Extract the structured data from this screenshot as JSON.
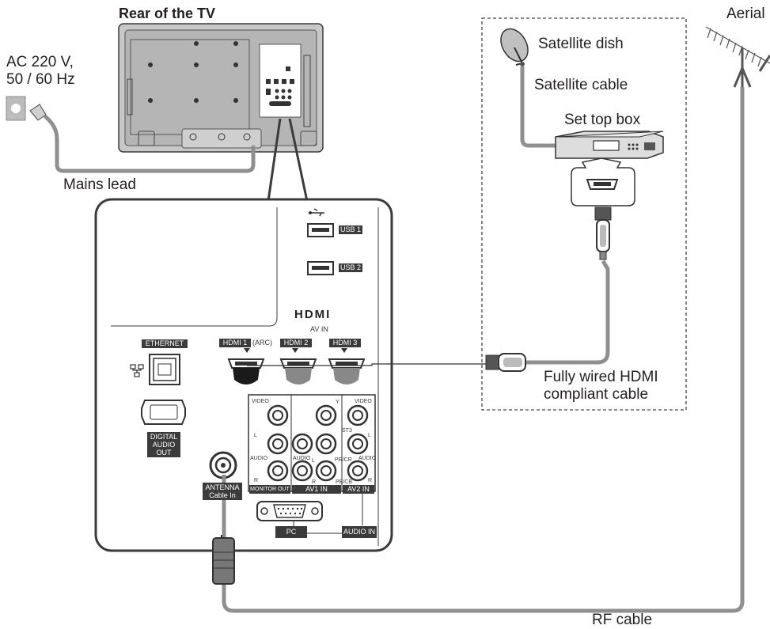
{
  "labels": {
    "rear_of_tv": "Rear of the TV",
    "ac_line1": "AC 220 V,",
    "ac_line2": "50 / 60 Hz",
    "mains_lead": "Mains lead",
    "aerial": "Aerial",
    "satellite_dish": "Satellite dish",
    "satellite_cable": "Satellite cable",
    "set_top_box": "Set top box",
    "hdmi_cable_line1": "Fully wired HDMI",
    "hdmi_cable_line2": "compliant cable",
    "rf_cable": "RF cable"
  },
  "panel": {
    "usb1": "USB 1",
    "usb2": "USB 2",
    "hdmi_logo": "HDMI",
    "av_in": "AV IN",
    "ethernet": "ETHERNET",
    "hdmi1": "HDMI 1",
    "arc": "(ARC)",
    "hdmi2": "HDMI 2",
    "hdmi3": "HDMI 3",
    "digital_audio_out_1": "DIGITAL",
    "digital_audio_out_2": "AUDIO",
    "digital_audio_out_3": "OUT",
    "antenna_1": "ANTENNA",
    "antenna_2": "Cable In",
    "video": "VIDEO",
    "video2": "VIDEO",
    "y": "Y",
    "l": "L",
    "l2": "L",
    "l3": "L",
    "audio": "AUDIO",
    "audio2": "AUDIO",
    "audio3": "AUDIO",
    "r": "R",
    "r2": "R",
    "r3": "R",
    "pb_cb": "PB/CB",
    "pr_cr": "PR/CR",
    "s_t3": "ST3",
    "monitor_out": "MONITOR OUT",
    "av1_in": "AV1 IN",
    "av2_in": "AV2 IN",
    "pc": "PC",
    "audio_in": "AUDIO IN"
  },
  "colors": {
    "cable": "#8f8f8f",
    "tv_body": "#bcbcbc",
    "outline": "#3b3b3b",
    "label_bg": "#3b3b3b"
  }
}
